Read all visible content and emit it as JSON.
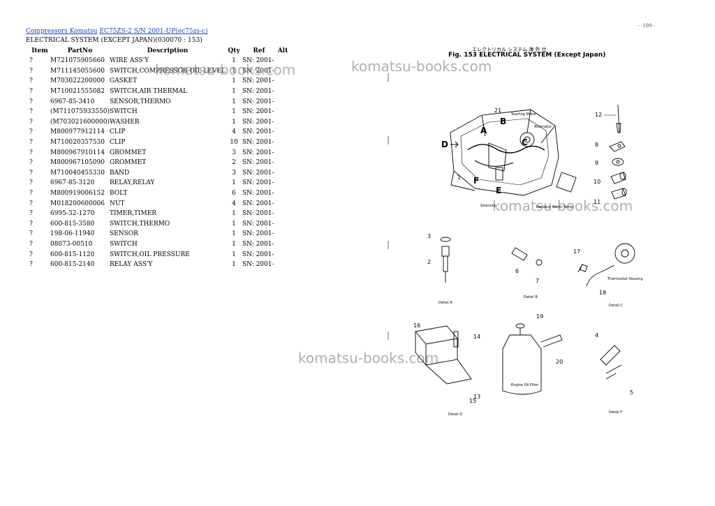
{
  "breadcrumb": {
    "brand_link": "Compressors Komatsu",
    "model_link": "EC75ZS-2 S/N 2001-UP(ec75zs-c)"
  },
  "section_title": "ELECTRICAL SYSTEM (EXCEPT JAPAN)(030070 : 153)",
  "table": {
    "headers": {
      "item": "Item",
      "part_no": "PartNo",
      "description": "Description",
      "qty": "Qty",
      "ref": "Ref",
      "alt": "Alt"
    },
    "rows": [
      {
        "item": "?",
        "part_no": "M721075905660",
        "description": "WIRE ASS'Y",
        "qty": "1",
        "ref": "SN: 2001-"
      },
      {
        "item": "?",
        "part_no": "M711145055600",
        "description": "SWITCH,COMPRESSOR OIL LEVEL",
        "qty": "1",
        "ref": "SN: 2001-"
      },
      {
        "item": "?",
        "part_no": "M703022200000",
        "description": "GASKET",
        "qty": "1",
        "ref": "SN: 2001-"
      },
      {
        "item": "?",
        "part_no": "M710021555082",
        "description": "SWITCH,AIR THERMAL",
        "qty": "1",
        "ref": "SN: 2001-"
      },
      {
        "item": "?",
        "part_no": "6967-85-3410",
        "description": "SENSOR,THERMO",
        "qty": "1",
        "ref": "SN: 2001-"
      },
      {
        "item": "?",
        "part_no": "(M711075933550)",
        "description": "SWITCH",
        "qty": "1",
        "ref": "SN: 2001-"
      },
      {
        "item": "?",
        "part_no": "(M703021600000)",
        "description": "WASHER",
        "qty": "1",
        "ref": "SN: 2001-"
      },
      {
        "item": "?",
        "part_no": "M800977912114",
        "description": "CLIP",
        "qty": "4",
        "ref": "SN: 2001-"
      },
      {
        "item": "?",
        "part_no": "M710020357530",
        "description": "CLIP",
        "qty": "10",
        "ref": "SN: 2001-"
      },
      {
        "item": "?",
        "part_no": "M800967910114",
        "description": "GROMMET",
        "qty": "3",
        "ref": "SN: 2001-"
      },
      {
        "item": "?",
        "part_no": "M800967105090",
        "description": "GROMMET",
        "qty": "2",
        "ref": "SN: 2001-"
      },
      {
        "item": "?",
        "part_no": "M710040455330",
        "description": "BAND",
        "qty": "3",
        "ref": "SN: 2001-"
      },
      {
        "item": "?",
        "part_no": "6967-85-3120",
        "description": "RELAY,RELAY",
        "qty": "1",
        "ref": "SN: 2001-"
      },
      {
        "item": "?",
        "part_no": "M800919006152",
        "description": "BOLT",
        "qty": "6",
        "ref": "SN: 2001-"
      },
      {
        "item": "?",
        "part_no": "M018200600006",
        "description": "NUT",
        "qty": "4",
        "ref": "SN: 2001-"
      },
      {
        "item": "?",
        "part_no": "6995-32-1270",
        "description": "TIMER,TIMER",
        "qty": "1",
        "ref": "SN: 2001-"
      },
      {
        "item": "?",
        "part_no": "600-815-3580",
        "description": "SWITCH,THERMO",
        "qty": "1",
        "ref": "SN: 2001-"
      },
      {
        "item": "?",
        "part_no": "198-06-11940",
        "description": "SENSOR",
        "qty": "1",
        "ref": "SN: 2001-"
      },
      {
        "item": "?",
        "part_no": "08073-00510",
        "description": "SWITCH",
        "qty": "1",
        "ref": "SN: 2001-"
      },
      {
        "item": "?",
        "part_no": "600-815-1120",
        "description": "SWITCH,OIL PRESSURE",
        "qty": "1",
        "ref": "SN: 2001-"
      },
      {
        "item": "?",
        "part_no": "600-815-2140",
        "description": "RELAY ASS'Y",
        "qty": "1",
        "ref": "SN: 2001-"
      }
    ]
  },
  "watermarks": [
    "komatsu-books.com",
    "komatsu-books.com",
    "komatsu-books.com",
    "komatsu-books.com"
  ],
  "figure": {
    "title": "Fig. 153  ELECTRICAL SYSTEM (Except Japan)",
    "title_jp": "エレクトリカル システム  海 外 仕",
    "corner_mark": "- ·100 -",
    "callouts": {
      "A": "A",
      "B": "B",
      "C": "C",
      "D": "D",
      "E": "E",
      "F": "F",
      "n1": "1",
      "n2": "2",
      "n3": "3",
      "n4": "4",
      "n5": "5",
      "n6": "6",
      "n7": "7",
      "n8": "8",
      "n9": "9",
      "n10": "10",
      "n11": "11",
      "n12": "12",
      "n13": "13",
      "n14": "14",
      "n15": "15",
      "n16": "16",
      "n17": "17",
      "n18": "18",
      "n19": "19",
      "n20": "20",
      "n21": "21"
    },
    "captions": {
      "starting_motor": "Starting Motor",
      "alternator": "Alternator",
      "solenoid": "Solenoid",
      "radiator": "Radiator Water Temp.",
      "thermostat": "Thermostat Housing",
      "engine_oil_filter": "Engine Oil Filter",
      "detail_a": "Detail A",
      "detail_b": "Detail B",
      "detail_c": "Detail C",
      "detail_d": "Detail D",
      "detail_f": "Detail F"
    }
  }
}
